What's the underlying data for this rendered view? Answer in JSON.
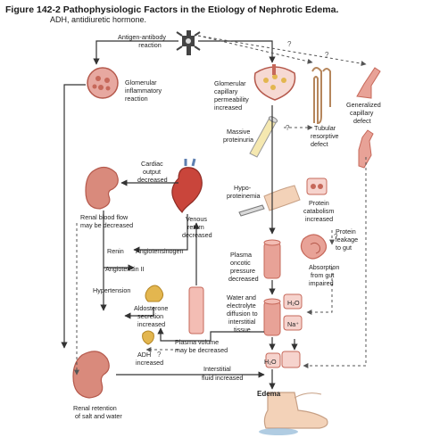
{
  "figure": {
    "title": "Figure 142-2  Pathophysiologic Factors in the Etiology of Nephrotic Edema.",
    "subtitle": "ADH, antidiuretic hormone."
  },
  "labels": {
    "antigen_1": "Antigen-antibody",
    "antigen_2": "reaction",
    "glom_infl_1": "Glomerular",
    "glom_infl_2": "inflammatory",
    "glom_infl_3": "reaction",
    "glom_perm_1": "Glomerular",
    "glom_perm_2": "capillary",
    "glom_perm_3": "permeability",
    "glom_perm_4": "increased",
    "gen_cap_1": "Generalized",
    "gen_cap_2": "capillary",
    "gen_cap_3": "defect",
    "massive_1": "Massive",
    "massive_2": "proteinuria",
    "tubular_1": "Tubular",
    "tubular_2": "resorptive",
    "tubular_3": "defect",
    "cardiac_1": "Cardiac",
    "cardiac_2": "output",
    "cardiac_3": "decreased",
    "hypo_1": "Hypo-",
    "hypo_2": "proteinemia",
    "prot_cat_1": "Protein",
    "prot_cat_2": "catabolism",
    "prot_cat_3": "increased",
    "renal_bf_1": "Renal blood flow",
    "renal_bf_2": "may be decreased",
    "venous_1": "Venous",
    "venous_2": "return",
    "venous_3": "decreased",
    "prot_leak_1": "Protein",
    "prot_leak_2": "leakage",
    "prot_leak_3": "to gut",
    "renin": "Renin",
    "angiotensinogen": "Angiotensinogen",
    "plasma_onc_1": "Plasma",
    "plasma_onc_2": "oncotic",
    "plasma_onc_3": "pressure",
    "plasma_onc_4": "decreased",
    "absorption_1": "Absorption",
    "absorption_2": "from gut",
    "absorption_3": "impaired",
    "angiotensin": "Angiotensin II",
    "hypertension": "Hypertension",
    "aldosterone_1": "Aldosterone",
    "aldosterone_2": "secretion",
    "aldosterone_3": "increased",
    "water_1": "Water and",
    "water_2": "electrolyte",
    "water_3": "diffusion to",
    "water_4": "interstitial",
    "water_5": "tissue",
    "h2o_a": "H₂O",
    "na_a": "Na⁺",
    "adh_1": "ADH",
    "adh_2": "increased",
    "plasma_vol_1": "Plasma volume",
    "plasma_vol_2": "may be decreased",
    "interstitial_1": "Interstitial",
    "interstitial_2": "fluid increased",
    "h2o_b": "H₂O",
    "edema": "Edema",
    "renal_ret_1": "Renal retention",
    "renal_ret_2": "of salt and water",
    "q1": "?",
    "q2": "?",
    "q3": "?",
    "q4": "?",
    "q5": "?"
  },
  "colors": {
    "arrow": "#333333",
    "dashed": "#555555",
    "kidney": "#d98a7c",
    "kidney_dark": "#b5594c",
    "vessel": "#e8a297",
    "vessel_dark": "#c6685a",
    "heart": "#c9453b",
    "gland": "#e3b64f",
    "skin": "#f3d2b8",
    "blue": "#8fb6d6"
  }
}
